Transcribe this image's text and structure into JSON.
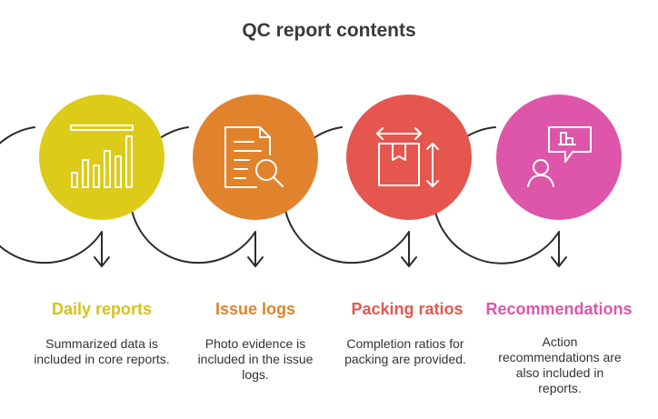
{
  "title": "QC report contents",
  "colors": {
    "outline": "#2b2b2b",
    "yellow": "#DDCB19",
    "orange": "#E0832C",
    "red": "#E5564F",
    "pink": "#DD56AA",
    "icon": "#ffffff"
  },
  "steps": [
    {
      "icon": "bar-chart-icon",
      "heading": "Daily reports",
      "description": "Summarized data is included in core reports."
    },
    {
      "icon": "document-search-icon",
      "heading": "Issue logs",
      "description": "Photo evidence is included in the issue logs."
    },
    {
      "icon": "package-dimensions-icon",
      "heading": "Packing ratios",
      "description": "Completion ratios for packing are provided."
    },
    {
      "icon": "user-chat-icon",
      "heading": "Recommendations",
      "description": "Action recommendations are also included in reports."
    }
  ]
}
